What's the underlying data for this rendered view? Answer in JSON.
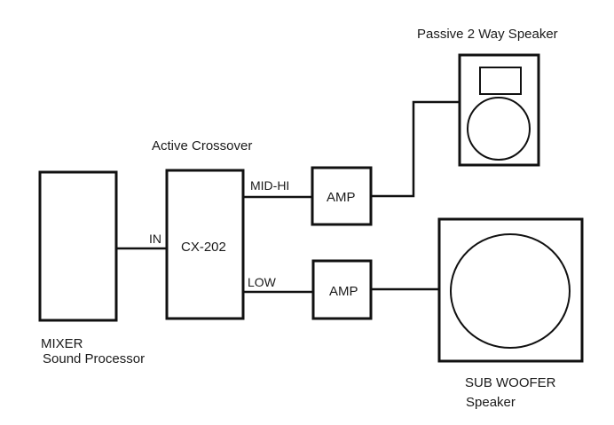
{
  "diagram": {
    "title": "Active crossover signal chain",
    "nodes": {
      "mixer": {
        "label": "MIXER",
        "sublabel": "Sound Processor"
      },
      "crossover": {
        "title": "Active Crossover",
        "label": "CX-202",
        "input_label": "IN",
        "output_high_label": "MID-HI",
        "output_low_label": "LOW"
      },
      "amp_high": {
        "label": "AMP"
      },
      "amp_low": {
        "label": "AMP"
      },
      "passive_speaker": {
        "label": "Passive 2 Way Speaker"
      },
      "subwoofer": {
        "label": "SUB WOOFER",
        "sublabel": "Speaker"
      }
    },
    "edges": [
      {
        "from": "mixer",
        "to": "crossover",
        "port": "IN"
      },
      {
        "from": "crossover",
        "to": "amp_high",
        "port": "MID-HI"
      },
      {
        "from": "crossover",
        "to": "amp_low",
        "port": "LOW"
      },
      {
        "from": "amp_high",
        "to": "passive_speaker"
      },
      {
        "from": "amp_low",
        "to": "subwoofer"
      }
    ]
  }
}
